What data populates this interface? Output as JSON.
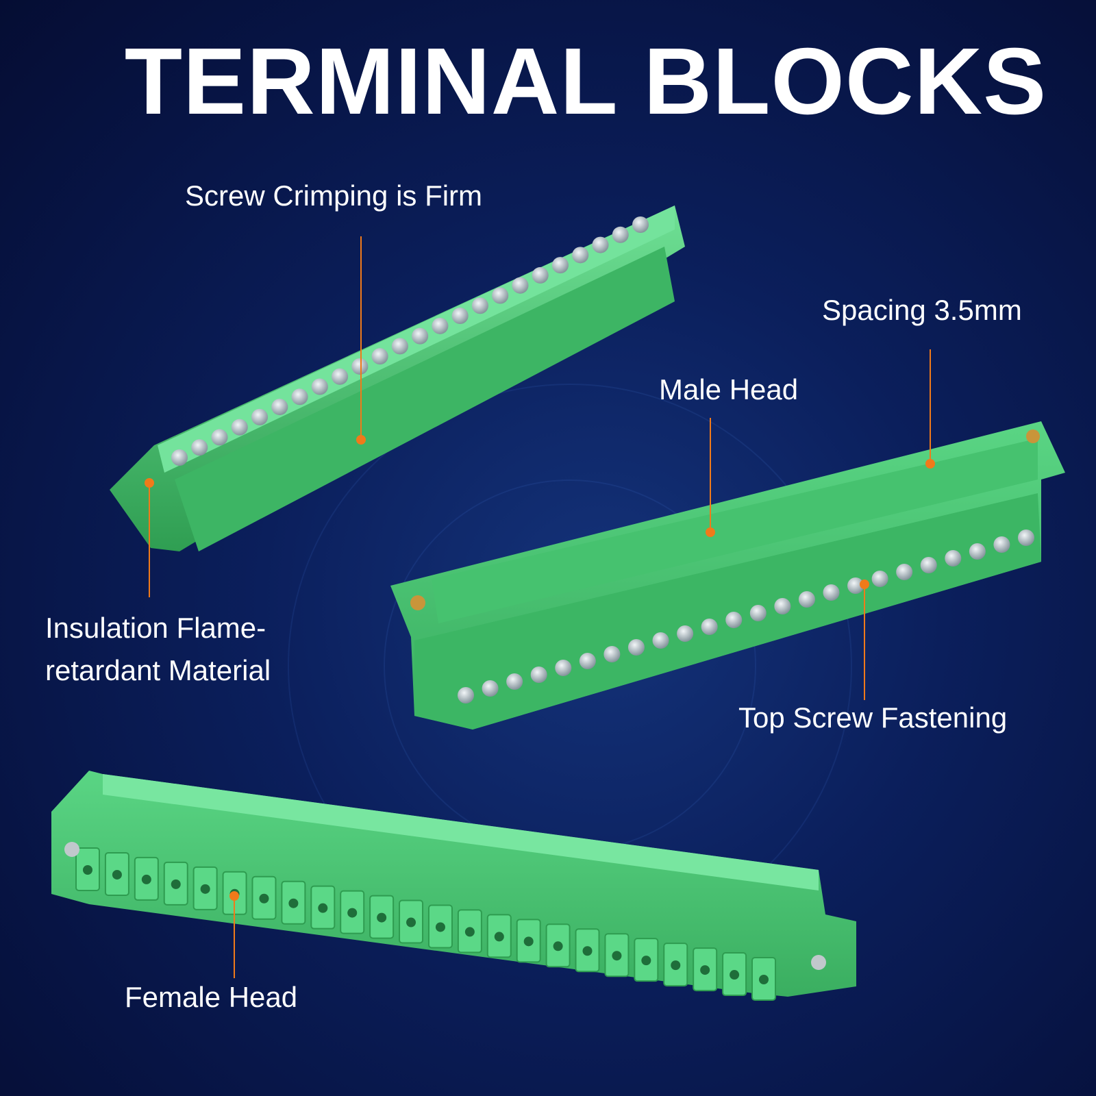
{
  "title": "TERMINAL BLOCKS",
  "callouts": {
    "screw_crimping": "Screw Crimping is Firm",
    "insulation_line1": "Insulation Flame-",
    "insulation_line2": "retardant Material",
    "spacing": "Spacing 3.5mm",
    "male_head": "Male Head",
    "top_screw": "Top Screw Fastening",
    "female_head": "Female Head"
  },
  "colors": {
    "connector_green": "#4fcf7a",
    "connector_shade": "#33a85a",
    "leader_line": "#f07a1a",
    "background": "#0b1f5c"
  }
}
